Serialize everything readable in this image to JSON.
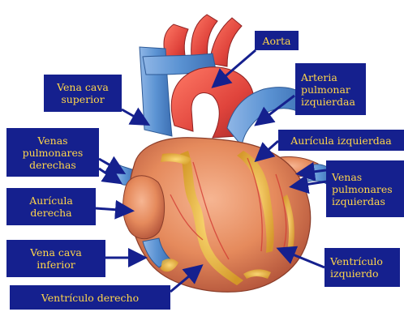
{
  "labels": {
    "aorta": [
      "Aorta"
    ],
    "vena_cava_superior": [
      "Vena cava",
      "superior"
    ],
    "arteria_pulmonar_izquierda": [
      "Arteria",
      "pulmonar",
      "izquierdaa"
    ],
    "venas_pulmonares_derechas": [
      "Venas",
      "pulmonares",
      "derechas"
    ],
    "auricula_izquierda": [
      "Aurícula izquierdaa"
    ],
    "venas_pulmonares_izquierdas": [
      "Venas",
      "pulmonares",
      "izquierdas"
    ],
    "auricula_derecha": [
      "Aurícula",
      "derecha"
    ],
    "vena_cava_inferior": [
      "Vena cava",
      "inferior"
    ],
    "ventriculo_izquierdo": [
      "Ventrículo",
      "izquierdo"
    ],
    "ventriculo_derecho": [
      "Ventrículo derecho"
    ]
  },
  "colors": {
    "label_background": "#15208e",
    "label_text": "#ffd64a",
    "arrow": "#15208e",
    "muscle": "#e58a5c",
    "artery_red": "#e0443c",
    "vein_blue": "#5b93d3",
    "fat_yellow": "#e7b73a"
  }
}
